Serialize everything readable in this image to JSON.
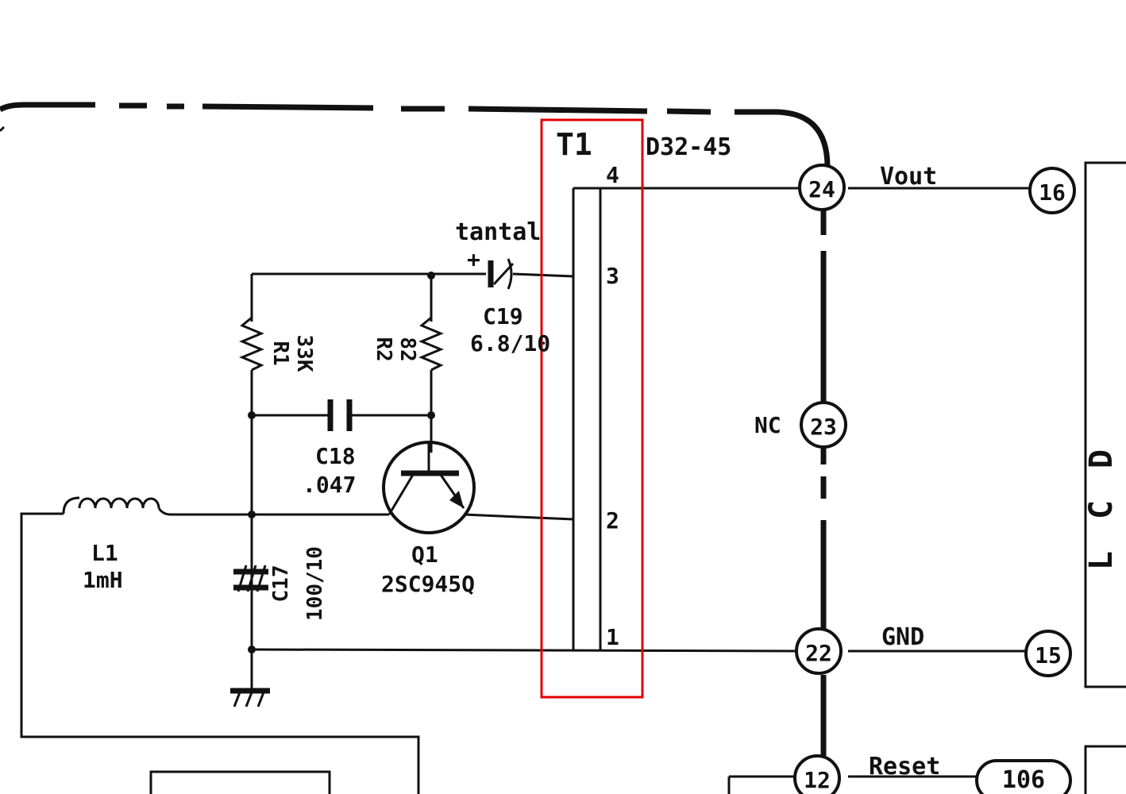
{
  "transformer": {
    "ref": "T1",
    "part": "D32-45",
    "pins": [
      "4",
      "3",
      "2",
      "1"
    ]
  },
  "capacitors": {
    "c19": {
      "type": "tantal",
      "polarity": "+",
      "ref": "C19",
      "value": "6.8/10"
    },
    "c18": {
      "ref": "C18",
      "value": ".047"
    },
    "c17": {
      "ref": "C17",
      "value": "100/10"
    }
  },
  "resistors": {
    "r1": {
      "ref": "R1",
      "value": "33K"
    },
    "r2": {
      "ref": "R2",
      "value": "82"
    }
  },
  "inductor": {
    "ref": "L1",
    "value": "1mH"
  },
  "transistor": {
    "ref": "Q1",
    "part": "2SC945Q"
  },
  "connector_nodes": [
    "24",
    "23",
    "22",
    "12"
  ],
  "lcd_nodes": [
    "16",
    "15",
    "106"
  ],
  "signals": {
    "vout": "Vout",
    "nc": "NC",
    "gnd": "GND",
    "reset": "Reset"
  },
  "lcd_label": "LCD",
  "highlight": {
    "color": "#e00000"
  }
}
